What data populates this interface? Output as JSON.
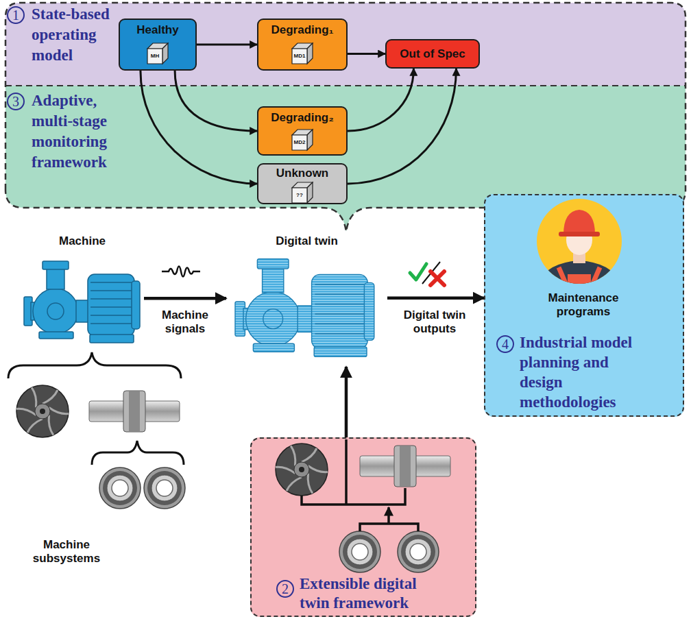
{
  "diagram": {
    "nodes": [
      {
        "text": [
          "1",
          "State-based operating model"
        ]
      },
      {
        "text": [
          "Healthy",
          "MH"
        ],
        "in": 0
      },
      {
        "text": [
          "Degrading₁",
          "MD1"
        ],
        "in": 0
      },
      {
        "text": [
          "Out of Spec"
        ],
        "in": 0
      },
      {
        "text": [
          "3",
          "Adaptive, multi-stage monitoring framework"
        ]
      },
      {
        "text": [
          "Degrading₂",
          "MD2"
        ],
        "in": 4
      },
      {
        "text": [
          "Unknown",
          "??"
        ],
        "in": 4
      },
      {
        "text": [
          "Machine"
        ]
      },
      {
        "text": [
          "Digital twin"
        ]
      },
      {
        "text": [
          "Maintenance programs",
          "4",
          "Industrial model planning and design methodologies"
        ]
      },
      {
        "text": [
          "2",
          "Extensible digital twin framework"
        ]
      }
    ],
    "edges": [
      {
        "from": 1,
        "to": 2,
        "arrow": "to"
      },
      {
        "from": 2,
        "to": 3,
        "arrow": "to"
      },
      {
        "from": 1,
        "to": 5,
        "arrow": "to"
      },
      {
        "from": 5,
        "to": 3,
        "arrow": "to"
      },
      {
        "from": 1,
        "to": 6,
        "arrow": "to"
      },
      {
        "from": 6,
        "to": 3,
        "arrow": "to"
      },
      {
        "from": 7,
        "to": 8,
        "label": "Machine signals",
        "arrow": "to"
      },
      {
        "from": 8,
        "to": 9,
        "label": "Digital twin outputs",
        "arrow": "to"
      },
      {
        "from": 10,
        "to": 8,
        "arrow": "to"
      }
    ],
    "labels": [
      "Machine subsystems"
    ]
  }
}
